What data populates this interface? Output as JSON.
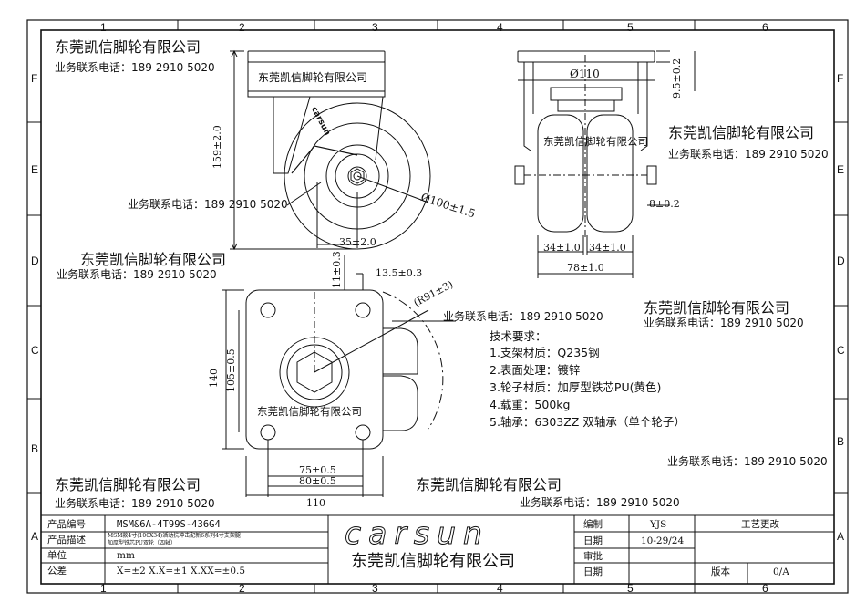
{
  "grid": {
    "columns": [
      "1",
      "2",
      "3",
      "4",
      "5",
      "6"
    ],
    "rows": [
      "F",
      "E",
      "D",
      "C",
      "B",
      "A"
    ]
  },
  "watermarks": {
    "company": "东莞凯信脚轮有限公司",
    "phone": "业务联系电话：189 2910 5020"
  },
  "side_view": {
    "plate_label": "东莞凯信脚轮有限公司",
    "wheel_brand": "carsun",
    "dims": {
      "height": "159±2.0",
      "diameter": "Ø100±1.5",
      "offset": "35±2.0"
    }
  },
  "front_view": {
    "dims": {
      "plate": "Ø110",
      "top_gap": "9.5±0.2",
      "axle": "8±0.2",
      "wheel_left": "34±1.0",
      "wheel_right": "34±1.0",
      "overall": "78±1.0"
    }
  },
  "top_view": {
    "dims": {
      "hole_offset": "11±0.3",
      "hole_dia": "13.5±0.3",
      "swivel_radius": "(R91±3)",
      "plate_height": "140",
      "hole_pitch_v": "105±0.5",
      "hole_pitch_h1": "75±0.5",
      "hole_pitch_h2": "80±0.5",
      "plate_width": "110"
    }
  },
  "tech": {
    "title": "技术要求：",
    "items": [
      "1.支架材质：Q235钢",
      "2.表面处理：镀锌",
      "3.轮子材质：加厚型铁芯PU(黄色)",
      "4.载重：500kg",
      "5.轴承：6303ZZ 双轴承（单个轮子）"
    ]
  },
  "title_block": {
    "left": [
      {
        "label": "产品编号",
        "value": "MSM&6A-4T99S-436G4"
      },
      {
        "label": "产品描述",
        "value": "MSM款4寸(100X34)活动抗冲击配新6系列4寸支架腿",
        "value2": "加厚型铁芯PU双轮（四轴）"
      },
      {
        "label": "单位",
        "value": "mm"
      },
      {
        "label": "公差",
        "value": "X=±2 X.X=±1 X.XX=±0.5"
      }
    ],
    "brand": "carsun",
    "company": "东莞凯信脚轮有限公司",
    "right": [
      {
        "label": "编制",
        "value": "YJS"
      },
      {
        "label": "日期",
        "value": "10-29/24"
      },
      {
        "label": "审批",
        "value": ""
      },
      {
        "label": "日期",
        "value": ""
      }
    ],
    "change_header": "工艺更改",
    "version_label": "版本",
    "version_value": "0/A"
  }
}
